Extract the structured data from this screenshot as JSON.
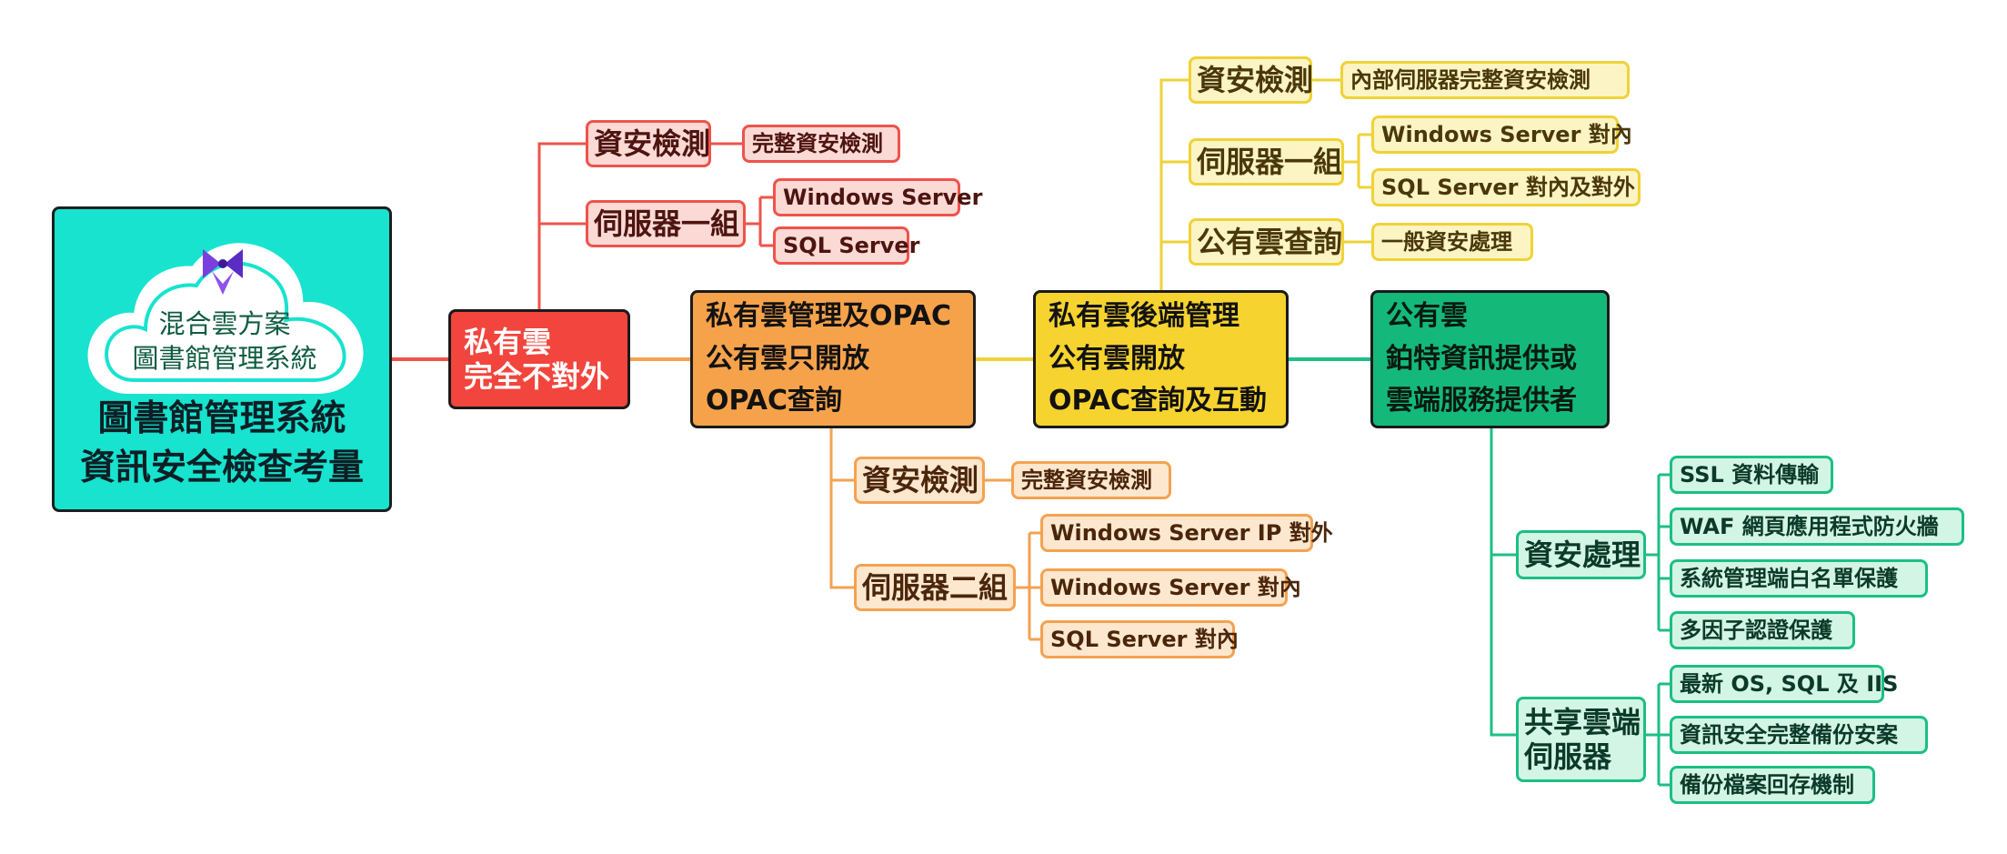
{
  "colors": {
    "root": "#17e3cf",
    "private_cloud": "#f2453d",
    "hybrid_opac": "#f6a24b",
    "hybrid_interactive": "#f6d32f",
    "public_cloud": "#14b97a"
  },
  "root": {
    "cloud_icon": "hybrid-cloud-logo-icon",
    "cloud_line1": "混合雲方案",
    "cloud_line2": "圖書館管理系統",
    "title_line1": "圖書館管理系統",
    "title_line2": "資訊安全檢查考量"
  },
  "stages": {
    "private": {
      "line1": "私有雲",
      "line2": "完全不對外"
    },
    "opac": {
      "line1": "私有雲管理及OPAC",
      "line2": "公有雲只開放",
      "line3": "OPAC查詢"
    },
    "interactive": {
      "line1": "私有雲後端管理",
      "line2": "公有雲開放",
      "line3": "OPAC查詢及互動"
    },
    "public": {
      "line1": "公有雲",
      "line2": "鉑特資訊提供或",
      "line3": "雲端服務提供者"
    }
  },
  "private_branch": {
    "security": {
      "label": "資安檢測",
      "items": [
        "完整資安檢測"
      ]
    },
    "servers": {
      "label": "伺服器一組",
      "items": [
        "Windows Server",
        "SQL Server"
      ]
    }
  },
  "opac_branch": {
    "security": {
      "label": "資安檢測",
      "items": [
        "完整資安檢測"
      ]
    },
    "servers": {
      "label": "伺服器二組",
      "items": [
        "Windows Server IP 對外",
        "Windows Server 對內",
        "SQL Server 對內"
      ]
    }
  },
  "interactive_branch": {
    "security": {
      "label": "資安檢測",
      "items": [
        "內部伺服器完整資安檢測"
      ]
    },
    "servers": {
      "label": "伺服器一組",
      "items": [
        "Windows Server 對內",
        "SQL Server 對內及對外"
      ]
    },
    "cloud_query": {
      "label": "公有雲查詢",
      "items": [
        "一般資安處理"
      ]
    }
  },
  "public_branch": {
    "security": {
      "label": "資安處理",
      "items": [
        "SSL 資料傳輸",
        "WAF 網頁應用程式防火牆",
        "系統管理端白名單保護",
        "多因子認證保護"
      ]
    },
    "shared": {
      "label_line1": "共享雲端",
      "label_line2": "伺服器",
      "items": [
        "最新 OS, SQL 及 IIS",
        "資訊安全完整備份安案",
        "備份檔案回存機制"
      ]
    }
  }
}
